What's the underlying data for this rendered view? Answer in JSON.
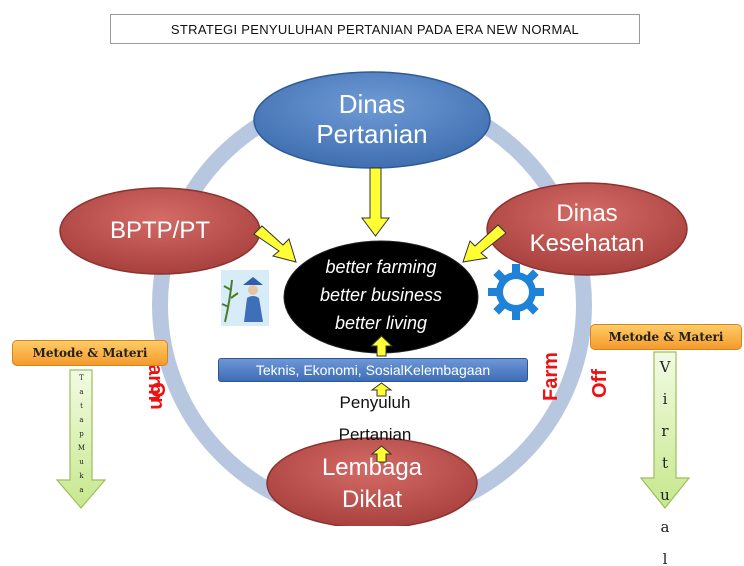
{
  "title": "STRATEGI PENYULUHAN  PERTANIAN PADA ERA NEW NORMAL",
  "nodes": {
    "top": {
      "line1": "Dinas",
      "line2": "Pertanian"
    },
    "left": {
      "label": "BPTP/PT"
    },
    "right": {
      "line1": "Dinas",
      "line2": "Kesehatan"
    },
    "bottom": {
      "line1": "Lembaga",
      "line2": "Diklat"
    }
  },
  "center": {
    "line1": "better farming",
    "line2": "better business",
    "line3": "better living"
  },
  "aspects_box": "Teknis, Ekonomi, SosialKelembagaan",
  "extension": {
    "line1": "Penyuluh",
    "line2": "Pertanian"
  },
  "on_farm": {
    "word1": "On",
    "word2": "Farm"
  },
  "off_farm": {
    "word1": "Off",
    "word2": "Farm"
  },
  "left_method": {
    "label": "Metode & Materi",
    "vertical_text": "T a t a p   M u k a"
  },
  "right_method": {
    "label": "Metode & Materi",
    "vertical_text": "V i r t u a l"
  },
  "colors": {
    "ring": "#b8c7e0",
    "top_node": "#4f81bd",
    "red_nodes": "#c0504d",
    "center": "#000000",
    "arrow_fill": "#ffff33",
    "farm_text": "#ee1111",
    "method_box": "#f79646",
    "down_arrow": "#d6f0a8"
  },
  "icons": [
    "farmer-icon",
    "gear-icon"
  ]
}
